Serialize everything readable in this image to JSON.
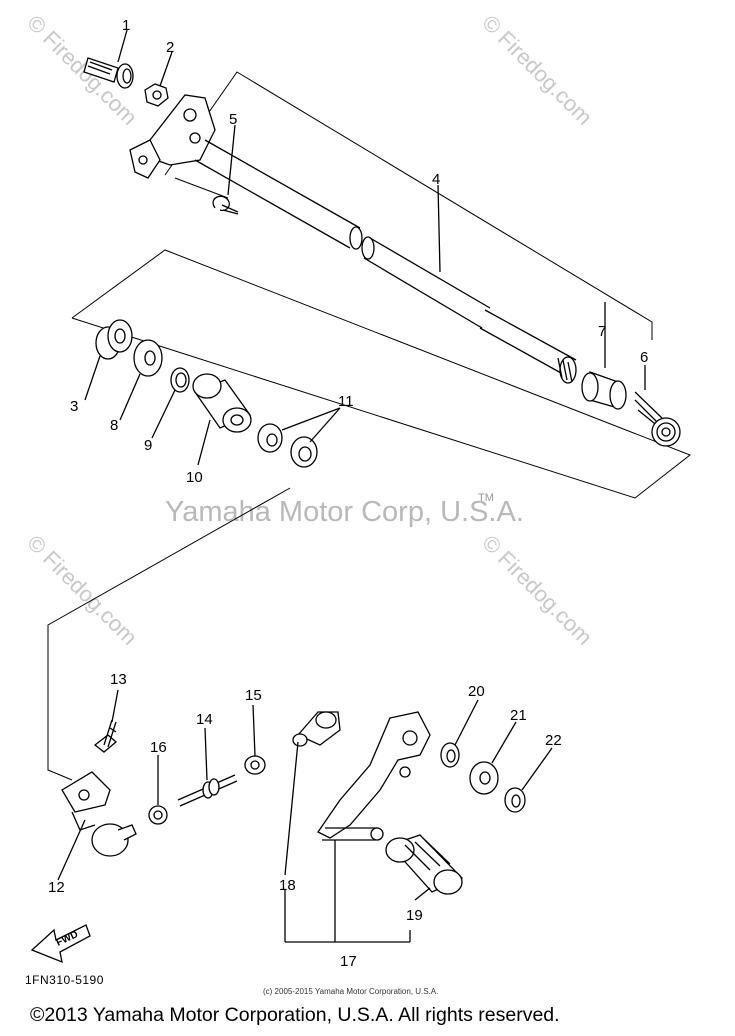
{
  "watermarks": {
    "top_left": "© Firedog.com",
    "top_right": "© Firedog.com",
    "mid_left": "© Firedog.com",
    "mid_right": "© Firedog.com"
  },
  "center_watermark": "Yamaha Motor Corp, U.S.A.",
  "trademark": "TM",
  "callouts": [
    "1",
    "2",
    "3",
    "4",
    "5",
    "6",
    "7",
    "8",
    "9",
    "10",
    "11",
    "12",
    "13",
    "14",
    "15",
    "16",
    "17",
    "18",
    "19",
    "20",
    "21",
    "22"
  ],
  "fwd_label": "FWD",
  "part_code": "1FN310-5190",
  "small_copyright": "(c) 2005-2015 Yamaha Motor Corporation, U.S.A.",
  "footer": "©2013 Yamaha Motor Corporation, U.S.A. All rights reserved."
}
